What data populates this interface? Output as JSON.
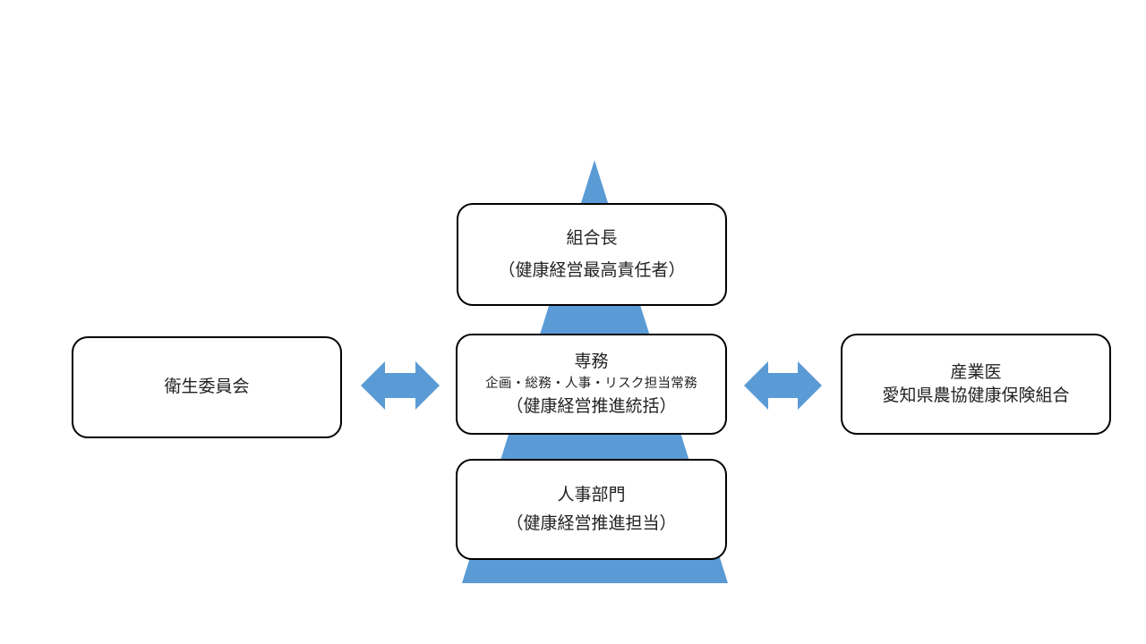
{
  "colors": {
    "pyramid": "#5b9bd5",
    "arrow": "#5b9bd5",
    "box_border": "#000000",
    "box_fill": "#ffffff"
  },
  "nodes": {
    "president": {
      "title": "組合長",
      "role": "（健康経営最高責任者）"
    },
    "director": {
      "title": "専務",
      "duties": "企画・総務・人事・リスク担当常務",
      "role": "（健康経営推進統括）"
    },
    "hr": {
      "title": "人事部門",
      "role": "（健康経営推進担当）"
    },
    "committee": {
      "title": "衛生委員会"
    },
    "doctor": {
      "title": "産業医",
      "org": "愛知県農協健康保険組合"
    }
  }
}
